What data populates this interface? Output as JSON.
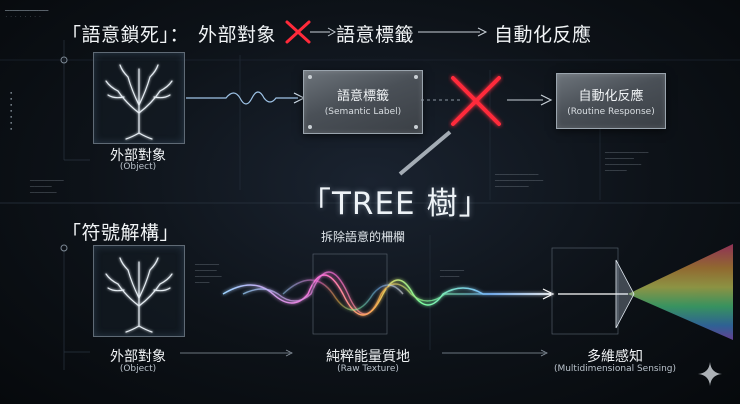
{
  "top": {
    "heading": "「語意鎖死」：",
    "flow": [
      "外部對象",
      "語意標籤",
      "自動化反應"
    ],
    "object_label": "外部對象",
    "object_sub": "(Object)",
    "label_plate_main": "語意標籤",
    "label_plate_sub": "(Semantic Label)",
    "response_plate_main": "自動化反應",
    "response_plate_sub": "(Routine Response)"
  },
  "center": {
    "word": "「TREE 樹」",
    "caption": "拆除語意的柵欄"
  },
  "bottom": {
    "heading": "「符號解構」",
    "object_label": "外部對象",
    "object_sub": "(Object)",
    "texture_label": "純粹能量質地",
    "texture_sub": "(Raw Texture)",
    "sensing_label": "多維感知",
    "sensing_sub": "(Multidimensional Sensing)"
  },
  "colors": {
    "cross": "#ff2a3a",
    "background": "#0d1218",
    "plate": "#4a5057"
  },
  "icons": [
    "tree-icon",
    "cross-icon",
    "arrow-icon",
    "wave-icon",
    "prism-icon",
    "sparkle-icon"
  ]
}
